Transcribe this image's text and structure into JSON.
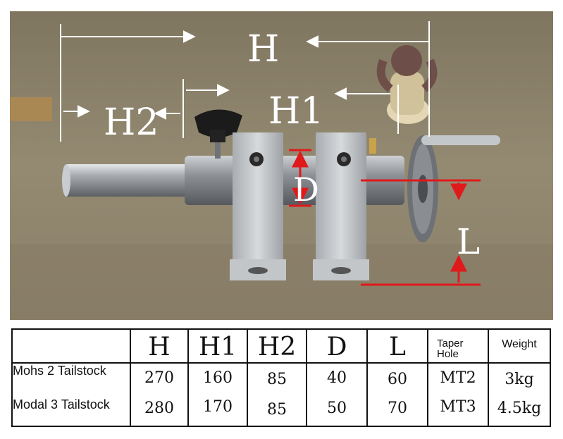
{
  "dimension_labels": {
    "H": "H",
    "H1": "H1",
    "H2": "H2",
    "D": "D",
    "L": "L"
  },
  "colors": {
    "dimension_marks": "#e0191b",
    "dimension_text": "#ffffff",
    "background_cloth": "#8c8068",
    "metal": "#b9bcbf"
  },
  "table": {
    "headers": [
      "H",
      "H1",
      "H2",
      "D",
      "L",
      "Taper Hole",
      "Weight"
    ],
    "taper_header_line1": "Taper",
    "taper_header_line2": "Hole",
    "rows": [
      {
        "label": "Mohs 2 Tailstock",
        "H": "270",
        "H1": "160",
        "H2": "85",
        "D": "40",
        "L": "60",
        "taper": "MT2",
        "weight": "3kg"
      },
      {
        "label": "Modal 3 Tailstock",
        "H": "280",
        "H1": "170",
        "H2": "85",
        "D": "50",
        "L": "70",
        "taper": "MT3",
        "weight": "4.5kg"
      }
    ]
  }
}
